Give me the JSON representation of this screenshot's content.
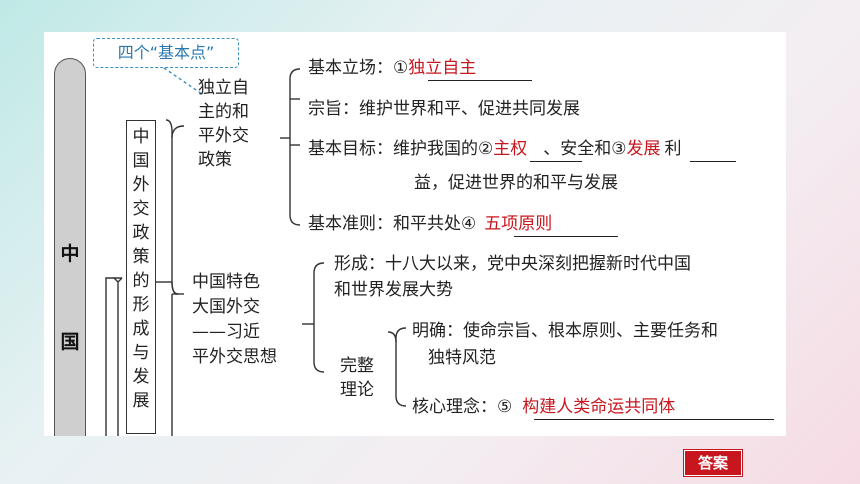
{
  "root": {
    "label": "中国"
  },
  "badge": {
    "label": "四个“基本点”"
  },
  "main_box": {
    "label": "中国外交政策的形成与发展"
  },
  "branch1": {
    "title": [
      "独立自",
      "主的和",
      "平外交",
      "政策"
    ],
    "items": {
      "stance": {
        "prefix": "基本立场：①",
        "answer": "独立自主"
      },
      "purpose": {
        "text": "宗旨：维护世界和平、促进共同发展"
      },
      "goal": {
        "prefix": "基本目标：维护我国的②",
        "answer1": "主权",
        "middle": "、安全和③",
        "answer2": "发展",
        "suffix": "利",
        "line2": "益，促进世界的和平与发展"
      },
      "principle": {
        "prefix": "基本准则：和平共处④",
        "answer": "五项原则"
      }
    }
  },
  "branch2": {
    "title": [
      "中国特色",
      "大国外交",
      "——习近",
      "平外交思想"
    ],
    "formation": {
      "line1": "形成：十八大以来，党中央深刻把握新时代中国",
      "line2": "和世界发展大势"
    },
    "complete": {
      "title": [
        "完整",
        "理论"
      ],
      "clear": {
        "line1": "明确：使命宗旨、根本原则、主要任务和",
        "line2": "独特风范"
      },
      "core": {
        "prefix": "核心理念：⑤",
        "answer": "构建人类命运共同体"
      }
    }
  },
  "answer_button": {
    "label": "答案"
  },
  "colors": {
    "answer": "#c8161e",
    "badge": "#2a78b0",
    "root_fill": "#cfcfcf"
  }
}
